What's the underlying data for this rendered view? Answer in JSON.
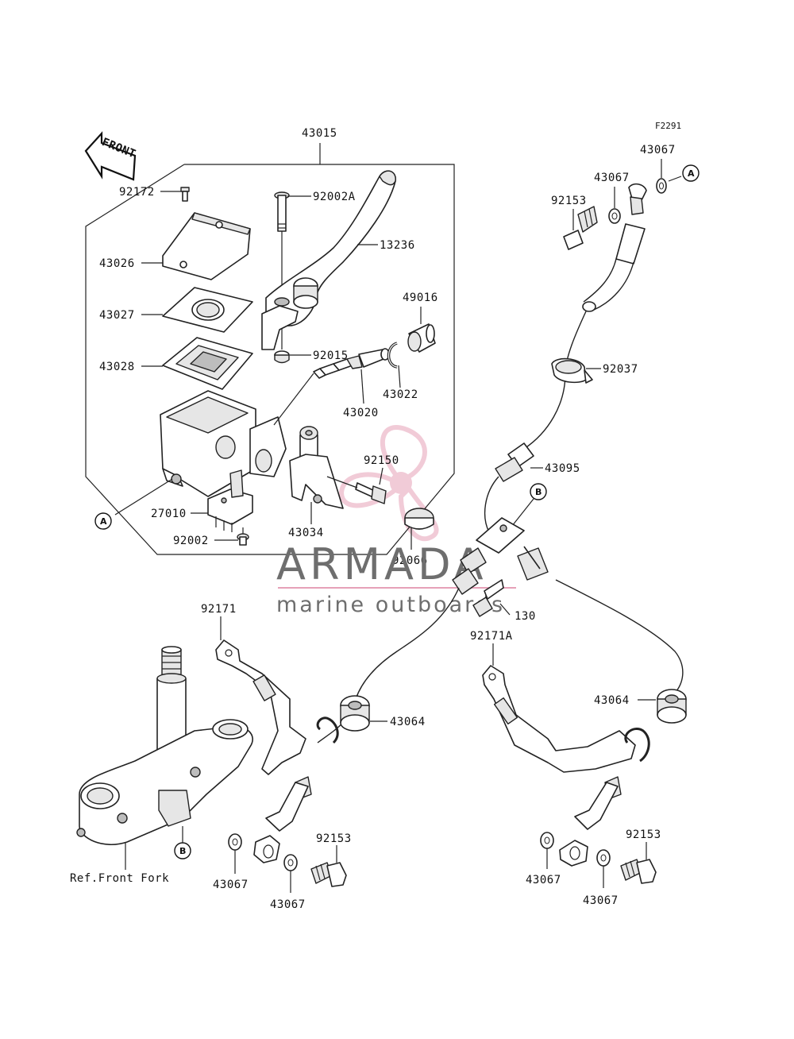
{
  "figure_code": "F2291",
  "front_arrow_label": "FRONT",
  "reference_note": "Ref.Front Fork",
  "ref_markers": {
    "a": "A",
    "b": "B"
  },
  "watermark": {
    "brand": "ARMADA",
    "tagline": "marine outboards",
    "primary_color": "#6e6e6e",
    "accent_color": "#e6a1b8"
  },
  "callouts": {
    "assembly": "43015",
    "screw_top": "92172",
    "cap": "43026",
    "plate": "43027",
    "diaphragm": "43028",
    "pivot_bolt": "92002A",
    "lever": "13236",
    "boot": "49016",
    "nut": "92015",
    "circlip": "43022",
    "piston_kit": "43020",
    "bolt_92150": "92150",
    "switch": "27010",
    "screw_92002": "92002",
    "holder": "43034",
    "cap_92066": "92066",
    "banjo_bolt_top": "92153",
    "washer_top_inner": "43067",
    "washer_top_outer": "43067",
    "clamp": "92037",
    "hose_upper": "43095",
    "bolt_130": "130",
    "bracket_left": "92171",
    "bracket_right": "92171A",
    "grommet_left": "43064",
    "grommet_right": "43064",
    "banjo_bolt_left": "92153",
    "banjo_bolt_right": "92153",
    "washer_left_a": "43067",
    "washer_left_b": "43067",
    "washer_right_a": "43067",
    "washer_right_b": "43067"
  }
}
